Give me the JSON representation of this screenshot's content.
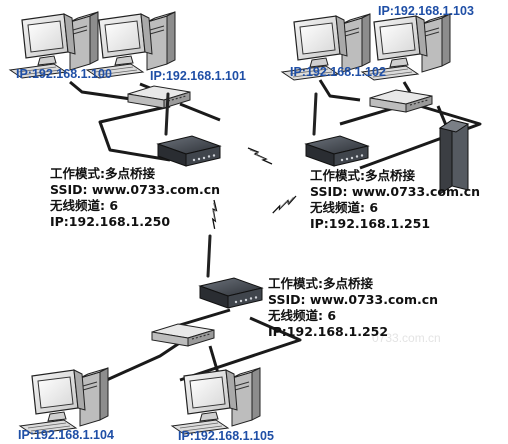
{
  "pcs": [
    {
      "id": "pc-100",
      "ip": "IP:192.168.1.100"
    },
    {
      "id": "pc-101",
      "ip": "IP:192.168.1.101"
    },
    {
      "id": "pc-102",
      "ip": "IP:192.168.1.102"
    },
    {
      "id": "pc-103",
      "ip": "IP:192.168.1.103"
    },
    {
      "id": "pc-104",
      "ip": "IP:192.168.1.104"
    },
    {
      "id": "pc-105",
      "ip": "IP:192.168.1.105"
    }
  ],
  "aps": [
    {
      "id": "ap-left",
      "mode": "工作模式:多点桥接",
      "ssid": "SSID: www.0733.com.cn",
      "channel": "无线频道: 6",
      "ip": "IP:192.168.1.250"
    },
    {
      "id": "ap-right",
      "mode": "工作模式:多点桥接",
      "ssid": "SSID: www.0733.com.cn",
      "channel": "无线频道: 6",
      "ip": "IP:192.168.1.251"
    },
    {
      "id": "ap-bottom",
      "mode": "工作模式:多点桥接",
      "ssid": "SSID: www.0733.com.cn",
      "channel": "无线频道: 6",
      "ip": "IP:192.168.1.252"
    }
  ],
  "icons": {
    "pc": "desktop-computer-icon",
    "switch": "network-switch-icon",
    "ap": "wireless-access-point-icon",
    "server": "tower-server-icon",
    "wireless": "lightning-link-icon"
  },
  "colors": {
    "ip_text": "#1f4fa6",
    "config_text": "#111111",
    "cable": "#1a1a1a",
    "device_dark": "#3c4148"
  }
}
